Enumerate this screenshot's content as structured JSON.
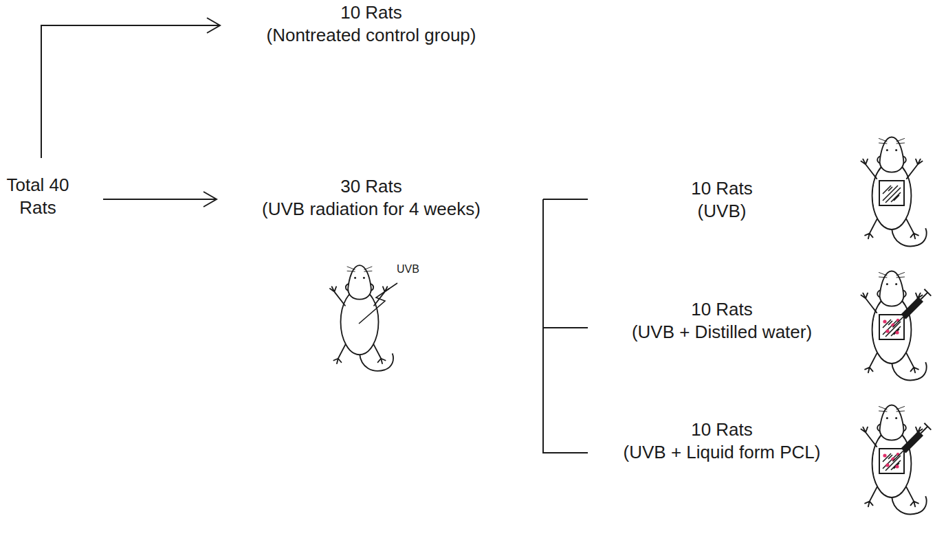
{
  "diagram": {
    "nodes": [
      {
        "text": [
          "Total 40 Rats"
        ]
      },
      {
        "text": [
          "10 Rats",
          "(Nontreated control group)"
        ]
      },
      {
        "text": [
          "30 Rats",
          "(UVB radiation for 4 weeks)"
        ]
      },
      {
        "text": [
          "10 Rats",
          "(UVB)"
        ]
      },
      {
        "text": [
          "10 Rats",
          "(UVB + Distilled water)"
        ]
      },
      {
        "text": [
          "10 Rats",
          "(UVB + Liquid form PCL)"
        ]
      }
    ],
    "edges": [
      {
        "from": 0,
        "to": 1,
        "arrow": "to"
      },
      {
        "from": 0,
        "to": 2,
        "arrow": "to"
      },
      {
        "from": 2,
        "to": 3,
        "arrow": "none"
      },
      {
        "from": 2,
        "to": 4,
        "arrow": "none"
      },
      {
        "from": 2,
        "to": 5,
        "arrow": "none"
      }
    ],
    "labels": [
      "UVB"
    ]
  }
}
